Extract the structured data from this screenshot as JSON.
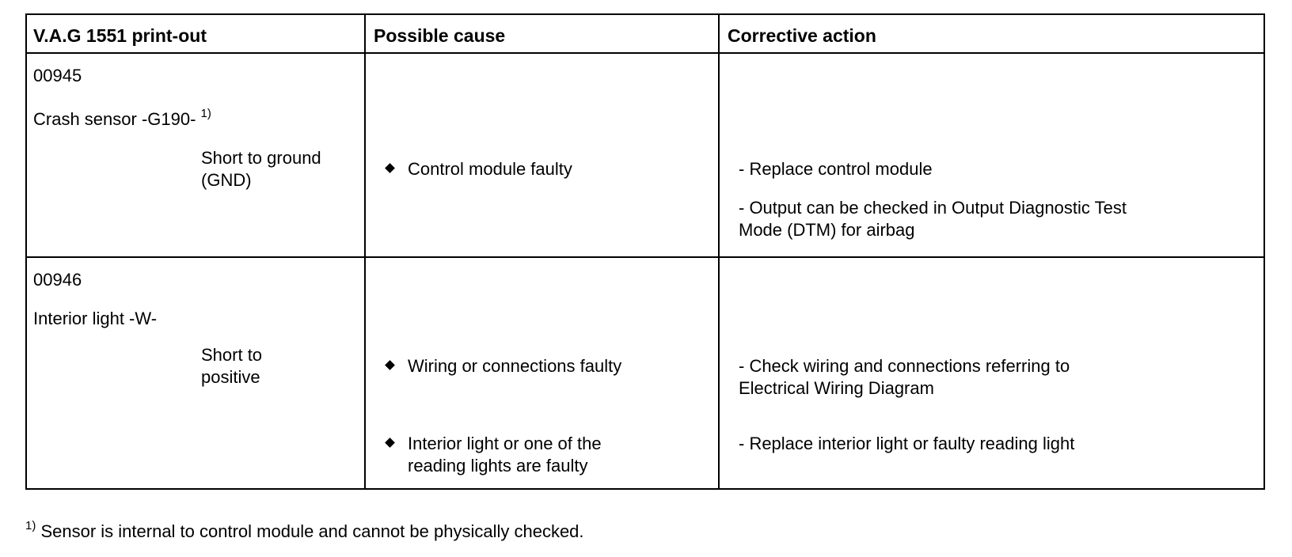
{
  "table": {
    "headers": [
      "V.A.G 1551 print-out",
      "Possible cause",
      "Corrective action"
    ],
    "rows": [
      {
        "code": "00945",
        "component": "Crash sensor -G190-",
        "component_note_mark": "1)",
        "condition_line1": "Short to ground",
        "condition_line2": "(GND)",
        "causes": [
          {
            "line1": "Control module faulty",
            "line2": ""
          }
        ],
        "actions": [
          {
            "line1": "- Replace control module",
            "line2": ""
          },
          {
            "line1": "- Output can be checked in Output Diagnostic Test",
            "line2": "Mode (DTM) for airbag"
          }
        ]
      },
      {
        "code": "00946",
        "component": "Interior light -W-",
        "condition_line1": "Short to",
        "condition_line2": "positive",
        "causes": [
          {
            "line1": "Wiring or connections faulty",
            "line2": ""
          },
          {
            "line1": "Interior light or one of the",
            "line2": "reading lights are faulty"
          }
        ],
        "actions": [
          {
            "line1": "- Check wiring and connections referring to",
            "line2": "Electrical Wiring Diagram"
          },
          {
            "line1": "- Replace interior light or faulty reading light",
            "line2": ""
          }
        ]
      }
    ]
  },
  "footnote": {
    "mark": "1)",
    "text": "Sensor is internal to control module and cannot be physically checked."
  }
}
